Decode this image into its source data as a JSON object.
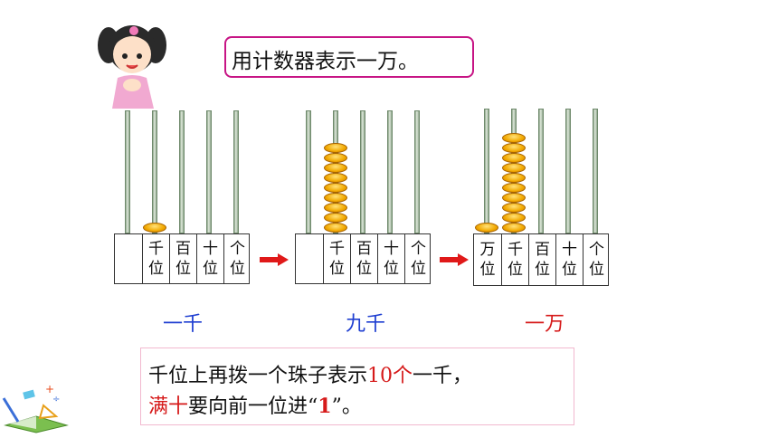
{
  "bubble": {
    "text": "用计数器表示一万。"
  },
  "abacus1": {
    "cells": [
      {
        "top": "",
        "bottom": ""
      },
      {
        "top": "千",
        "bottom": "位"
      },
      {
        "top": "百",
        "bottom": "位"
      },
      {
        "top": "十",
        "bottom": "位"
      },
      {
        "top": "个",
        "bottom": "位"
      }
    ],
    "bead_counts": [
      0,
      1,
      0,
      0,
      0
    ],
    "label": "一千",
    "label_color": "#1f3fd1"
  },
  "abacus2": {
    "cells": [
      {
        "top": "",
        "bottom": ""
      },
      {
        "top": "千",
        "bottom": "位"
      },
      {
        "top": "百",
        "bottom": "位"
      },
      {
        "top": "十",
        "bottom": "位"
      },
      {
        "top": "个",
        "bottom": "位"
      }
    ],
    "bead_counts": [
      0,
      9,
      0,
      0,
      0
    ],
    "label": "九千",
    "label_color": "#1f3fd1"
  },
  "abacus3": {
    "cells": [
      {
        "top": "万",
        "bottom": "位"
      },
      {
        "top": "千",
        "bottom": "位"
      },
      {
        "top": "百",
        "bottom": "位"
      },
      {
        "top": "十",
        "bottom": "位"
      },
      {
        "top": "个",
        "bottom": "位"
      }
    ],
    "bead_counts": [
      1,
      10,
      0,
      0,
      0
    ],
    "label": "一万",
    "label_color": "#d61a1a"
  },
  "note": {
    "line1_a": "千位上再拨一个珠子表示",
    "line1_b": "10个",
    "line1_c": "一千，",
    "line2_a": "满十",
    "line2_b": "要向前一位进“",
    "line2_c": "1",
    "line2_d": "”。"
  },
  "colors": {
    "accent_red": "#d61a1a",
    "bead": "#f2a900",
    "bubble_border": "#c71585",
    "label_blue": "#1f3fd1"
  }
}
